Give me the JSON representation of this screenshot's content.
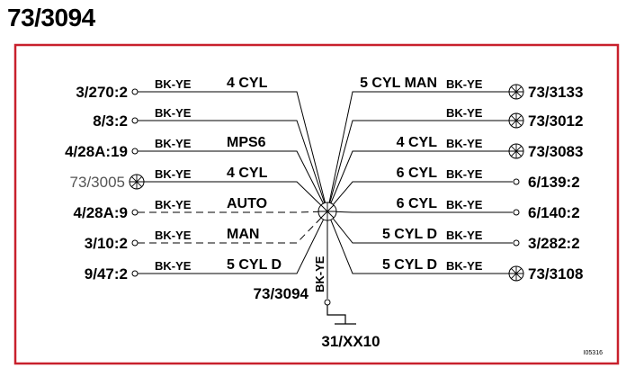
{
  "title": "73/3094",
  "colors": {
    "frame": "#c8202c",
    "line": "#000000",
    "grey_text": "#555555"
  },
  "center_splice": {
    "icon": "splice-connector-icon"
  },
  "left": [
    {
      "terminal": "3/270:2",
      "wire": "BK-YE",
      "function": "4 CYL",
      "end": "ring",
      "dashed": false
    },
    {
      "terminal": "8/3:2",
      "wire": "BK-YE",
      "function": "",
      "end": "ring",
      "dashed": false
    },
    {
      "terminal": "4/28A:19",
      "wire": "BK-YE",
      "function": "MPS6",
      "end": "ring",
      "dashed": false
    },
    {
      "terminal": "73/3005",
      "wire": "BK-YE",
      "function": "4 CYL",
      "end": "connector",
      "dashed": false
    },
    {
      "terminal": "4/28A:9",
      "wire": "BK-YE",
      "function": "AUTO",
      "end": "ring",
      "dashed": true
    },
    {
      "terminal": "3/10:2",
      "wire": "BK-YE",
      "function": "MAN",
      "end": "ring",
      "dashed": true
    },
    {
      "terminal": "9/47:2",
      "wire": "BK-YE",
      "function": "5 CYL D",
      "end": "ring",
      "dashed": false
    }
  ],
  "right": [
    {
      "terminal": "73/3133",
      "wire": "BK-YE",
      "function": "5 CYL MAN",
      "end": "connector"
    },
    {
      "terminal": "73/3012",
      "wire": "BK-YE",
      "function": "",
      "end": "connector"
    },
    {
      "terminal": "73/3083",
      "wire": "BK-YE",
      "function": "4 CYL",
      "end": "connector"
    },
    {
      "terminal": "6/139:2",
      "wire": "BK-YE",
      "function": "6 CYL",
      "end": "ring"
    },
    {
      "terminal": "6/140:2",
      "wire": "BK-YE",
      "function": "6 CYL",
      "end": "ring"
    },
    {
      "terminal": "3/282:2",
      "wire": "BK-YE",
      "function": "5 CYL D",
      "end": "ring"
    },
    {
      "terminal": "73/3108",
      "wire": "BK-YE",
      "function": "5 CYL D",
      "end": "connector"
    }
  ],
  "down": {
    "terminal": "73/3094",
    "wire": "BK-YE",
    "ground": "31/XX10"
  },
  "figure_id": "I05316"
}
